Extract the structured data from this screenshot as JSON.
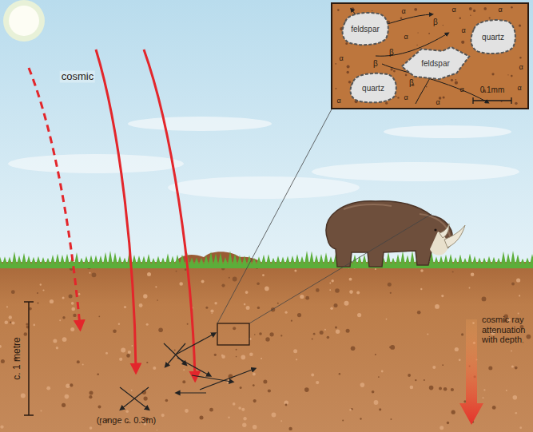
{
  "diagram": {
    "nodes": [
      {
        "text": [
          "feldspar"
        ]
      },
      {
        "text": [
          "quartz"
        ]
      },
      {
        "text": [
          "feldspar"
        ]
      },
      {
        "text": [
          "quartz"
        ]
      }
    ],
    "labels": [
      "cosmic",
      "c. 1 metre",
      "(range c. 0.3m)",
      "cosmic ray attenuation with depth",
      "0.1mm",
      "α",
      "α",
      "α",
      "α",
      "α",
      "α",
      "α",
      "α",
      "α",
      "α",
      "α",
      "α",
      "β",
      "β",
      "β",
      "β"
    ]
  }
}
